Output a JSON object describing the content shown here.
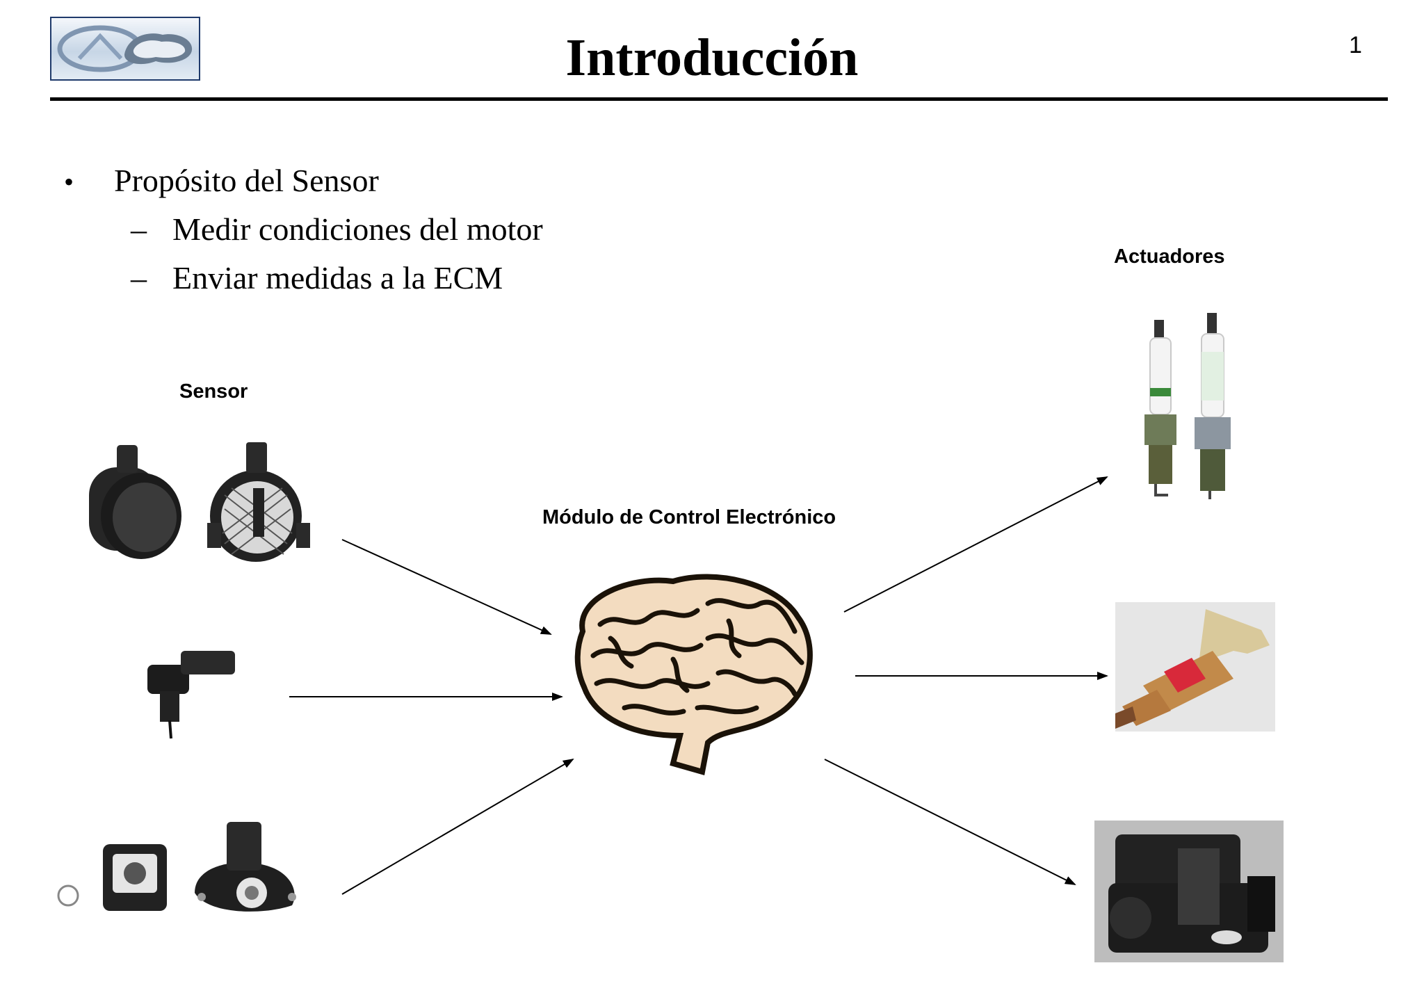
{
  "slide": {
    "title": "Introducción",
    "page_number": "1"
  },
  "bullets": {
    "main": {
      "marker": "•",
      "text": "Propósito del Sensor"
    },
    "sub": [
      {
        "marker": "–",
        "text": "Medir condiciones del motor"
      },
      {
        "marker": "–",
        "text": "Enviar medidas a la ECM"
      }
    ]
  },
  "diagram": {
    "sensor_label": "Sensor",
    "ecm_label": "Módulo de Control Electrónico",
    "actuators_label": "Actuadores",
    "sensors": [
      "maf-sensor-photo",
      "map-sensor-photo",
      "throttle-position-sensor-photo"
    ],
    "actuators": [
      "spark-plug-photo",
      "fuel-injector-photo",
      "idle-air-control-valve-photo"
    ]
  },
  "colors": {
    "rule": "#000000",
    "logo_border": "#1f3a6b",
    "brain_fill": "#f3dcc0",
    "brain_outline": "#1a1208"
  }
}
